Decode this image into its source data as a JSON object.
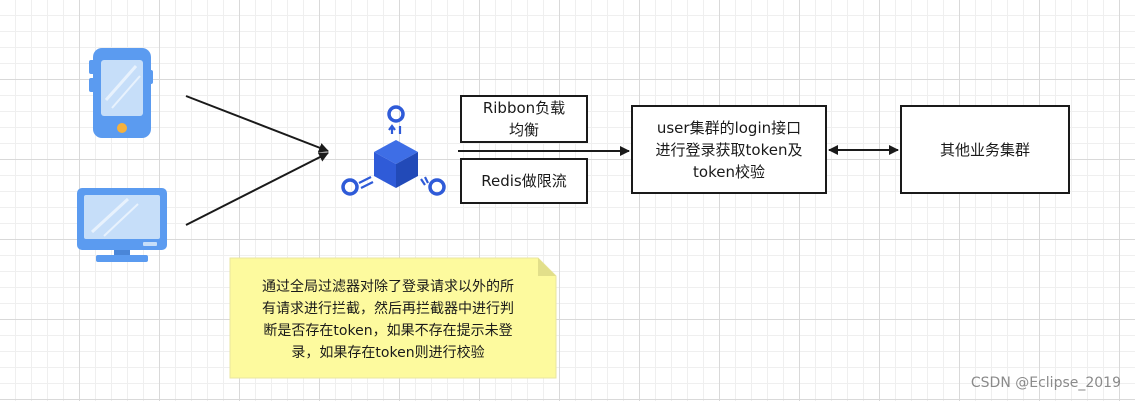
{
  "diagram": {
    "ribbon_label": "Ribbon负载\n均衡",
    "redis_label": "Redis做限流",
    "login_label": "user集群的login接口\n进行登录获取token及\ntoken校验",
    "other_label": "其他业务集群",
    "note_text": "通过全局过滤器对除了登录请求以外的所\n有请求进行拦截，然后再拦截器中进行判\n断是否存在token，如果不存在提示未登\n录，如果存在token则进行校验",
    "icons": [
      "mobile-phone-icon",
      "monitor-icon",
      "gateway-cube-icon"
    ]
  },
  "watermark": "CSDN @Eclipse_2019",
  "colors": {
    "device_blue": "#5b9bf0",
    "device_screen": "#c6def9",
    "gateway_blue": "#2f5bd8",
    "note_fill": "#fdfa9e",
    "note_fold": "#e2df8a",
    "line": "#1a1a1a"
  }
}
